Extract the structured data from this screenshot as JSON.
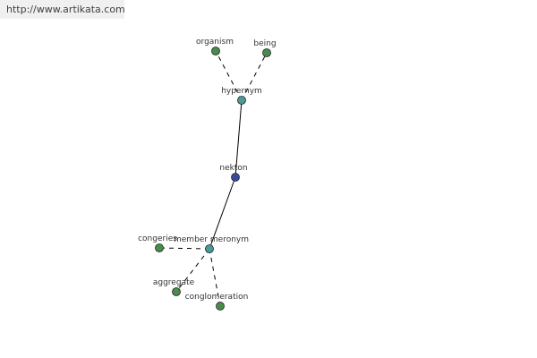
{
  "watermark": {
    "url": "http://www.artikata.com"
  },
  "diagram": {
    "colors": {
      "center_node": "#3a4a9a",
      "relation_node": "#4a9a9a",
      "leaf_node": "#4a8a4a",
      "edge": "#000000"
    },
    "nodes": {
      "nekton": {
        "label": "nekton",
        "kind": "center"
      },
      "hypernym": {
        "label": "hypernym",
        "kind": "relation"
      },
      "member_meronym": {
        "label": "member meronym",
        "kind": "relation"
      },
      "organism": {
        "label": "organism",
        "kind": "leaf"
      },
      "being": {
        "label": "being",
        "kind": "leaf"
      },
      "congeries": {
        "label": "congeries",
        "kind": "leaf"
      },
      "aggregate": {
        "label": "aggregate",
        "kind": "leaf"
      },
      "conglomeration": {
        "label": "conglomeration",
        "kind": "leaf"
      }
    },
    "edges": [
      {
        "from": "nekton",
        "to": "hypernym",
        "style": "solid"
      },
      {
        "from": "nekton",
        "to": "member_meronym",
        "style": "solid"
      },
      {
        "from": "hypernym",
        "to": "organism",
        "style": "dashed"
      },
      {
        "from": "hypernym",
        "to": "being",
        "style": "dashed"
      },
      {
        "from": "member_meronym",
        "to": "congeries",
        "style": "dashed"
      },
      {
        "from": "member_meronym",
        "to": "aggregate",
        "style": "dashed"
      },
      {
        "from": "member_meronym",
        "to": "conglomeration",
        "style": "dashed"
      }
    ]
  }
}
